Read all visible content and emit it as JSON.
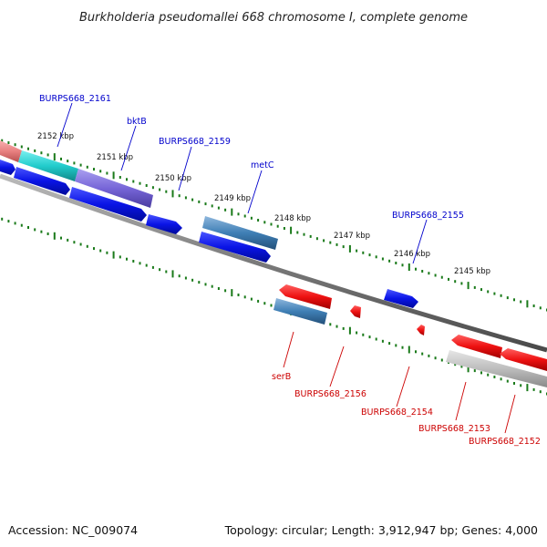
{
  "title": "Burkholderia pseudomallei 668 chromosome I, complete genome",
  "accession": "Accession: NC_009074",
  "summary": "Topology: circular; Length: 3,912,947 bp; Genes: 4,000",
  "colors": {
    "background": "#ffffff",
    "backbone": "#7a7a7a",
    "tick": "#1a7a1a",
    "forward_label": "#0000cc",
    "reverse_label": "#cc0000",
    "cds_blue": "#0a14e6",
    "gene_red": "#ee1111",
    "gene_steelblue": "#3f7fb5",
    "gene_cyan": "#22cccc",
    "gene_purple": "#7766d8",
    "gene_pink": "#e88080",
    "gene_gray": "#b8b8b8"
  },
  "ticks": [
    {
      "label": "2152 kbp"
    },
    {
      "label": "2151 kbp"
    },
    {
      "label": "2150 kbp"
    },
    {
      "label": "2149 kbp"
    },
    {
      "label": "2148 kbp"
    },
    {
      "label": "2147 kbp"
    },
    {
      "label": "2146 kbp"
    },
    {
      "label": "2145 kbp"
    }
  ],
  "forward_labels": [
    {
      "label": "BURPS668_2161"
    },
    {
      "label": "bktB"
    },
    {
      "label": "BURPS668_2159"
    },
    {
      "label": "metC"
    },
    {
      "label": "BURPS668_2155"
    }
  ],
  "reverse_labels": [
    {
      "label": "serB"
    },
    {
      "label": "BURPS668_2156"
    },
    {
      "label": "BURPS668_2154"
    },
    {
      "label": "BURPS668_2153"
    },
    {
      "label": "BURPS668_2152"
    }
  ]
}
